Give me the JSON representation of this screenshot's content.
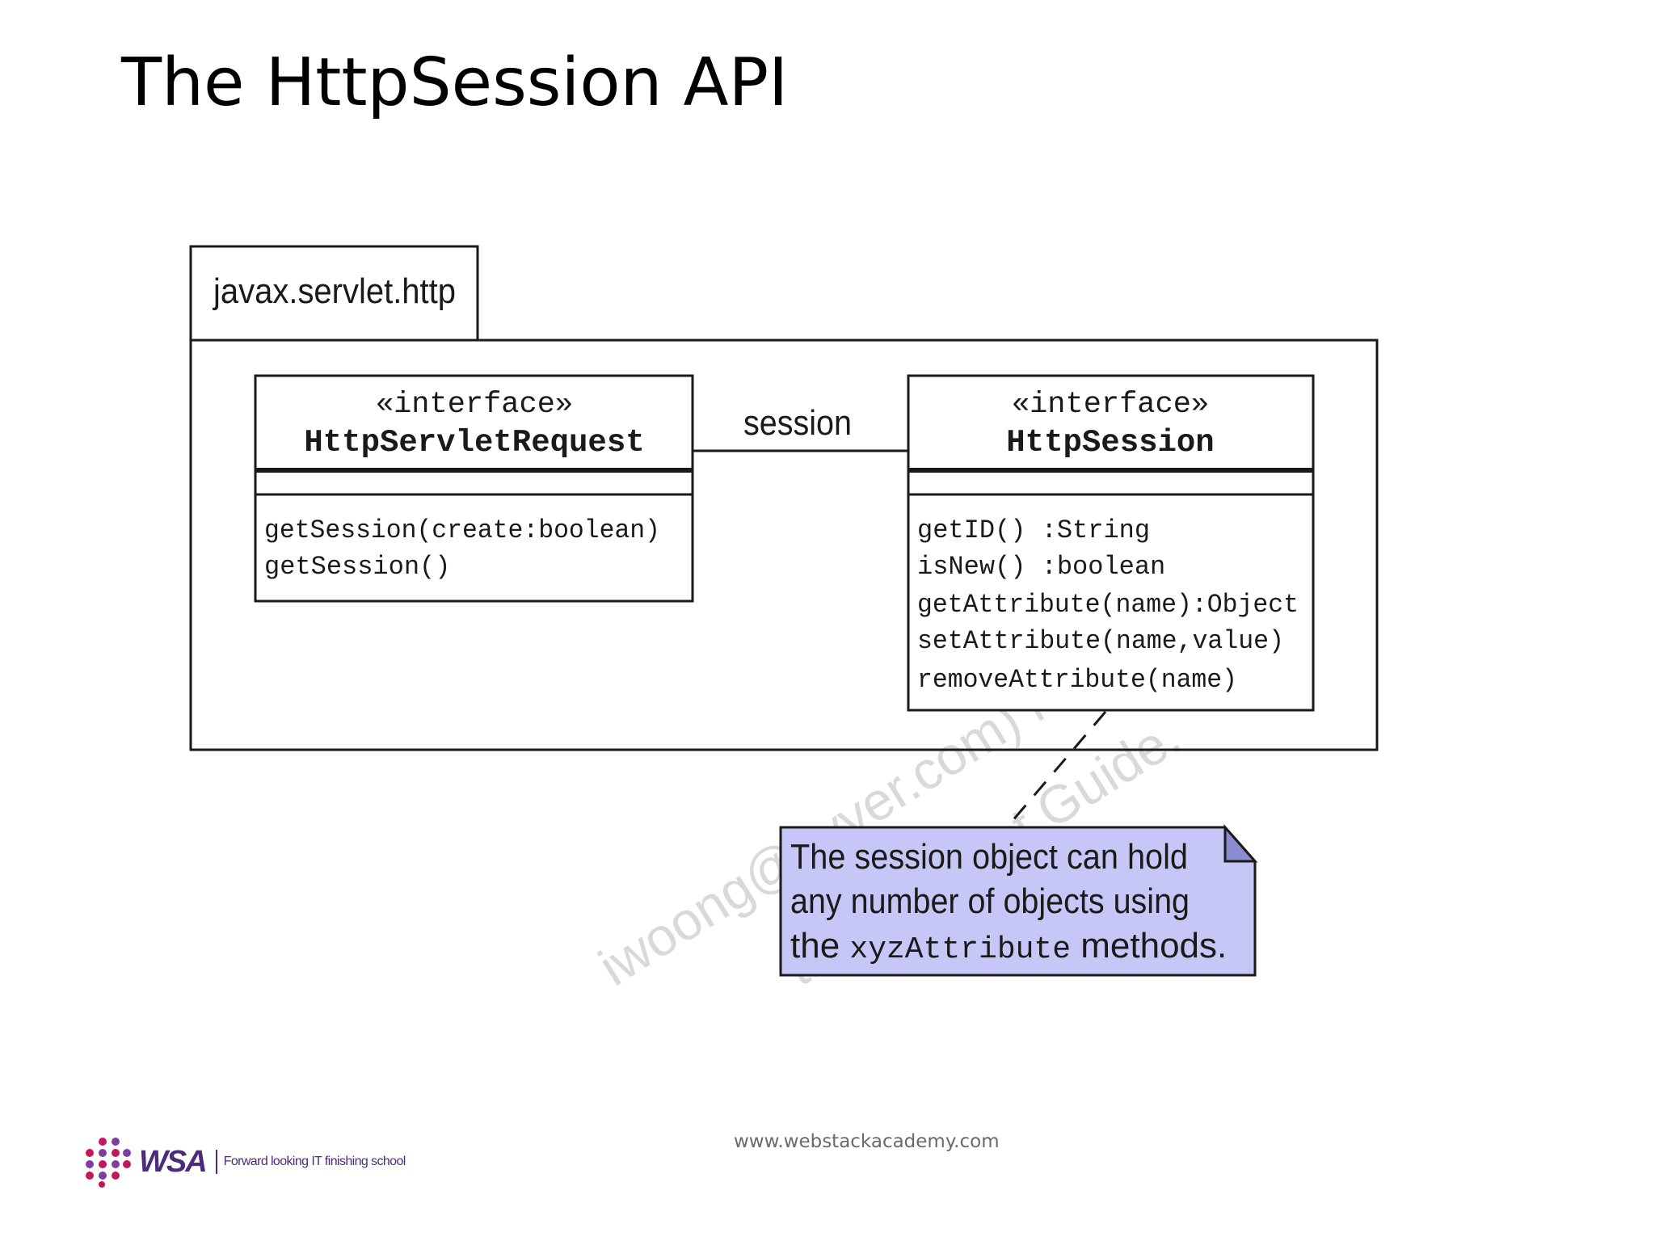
{
  "slide": {
    "title": "The HttpSession API",
    "footer_url": "www.webstackacademy.com"
  },
  "diagram": {
    "package_name": "javax.servlet.http",
    "association_label": "session",
    "request_class": {
      "stereotype": "«interface»",
      "name": "HttpServletRequest",
      "methods": [
        "getSession(create:boolean)",
        "getSession()"
      ]
    },
    "session_class": {
      "stereotype": "«interface»",
      "name": "HttpSession",
      "methods": [
        "getID() :String",
        "isNew() :boolean",
        "getAttribute(name):Object",
        "setAttribute(name,value)",
        "removeAttribute(name)"
      ]
    },
    "note": {
      "line1": "The session object can hold",
      "line2": "any number of objects using",
      "line3_prefix": "the ",
      "line3_code": "xyzAttribute",
      "line3_suffix": " methods.",
      "fill_color": "#c7c7f7",
      "corner_color": "#8b8bd0"
    },
    "watermark": {
      "line1": "iwoong@eyver.com) has a",
      "line2": "this Student Guide."
    }
  },
  "logo": {
    "wordmark": "WSA",
    "tagline": "Forward looking IT finishing school",
    "brand_color": "#4b2c7a",
    "dot_color": "#c2185b"
  }
}
